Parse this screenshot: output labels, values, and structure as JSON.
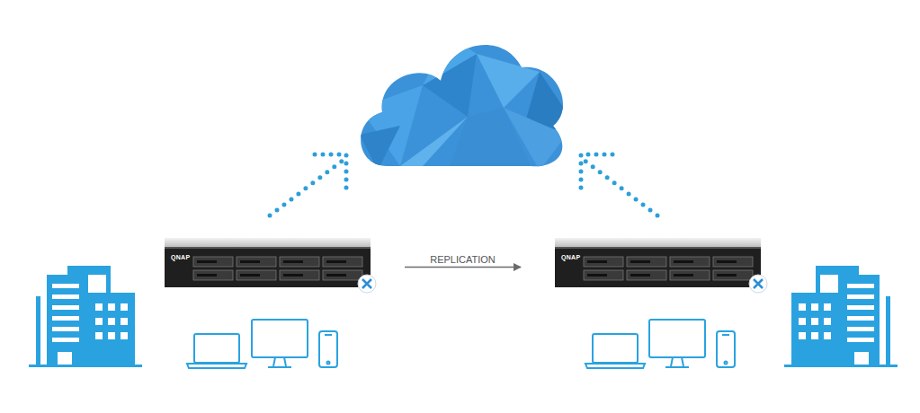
{
  "diagram": {
    "nodes": [
      {
        "text": [
          "QNAP"
        ]
      },
      {
        "text": [
          "QNAP"
        ]
      }
    ],
    "edges": [
      {
        "from": 0,
        "to": 1,
        "label": "REPLICATION",
        "arrow": "to"
      }
    ]
  }
}
